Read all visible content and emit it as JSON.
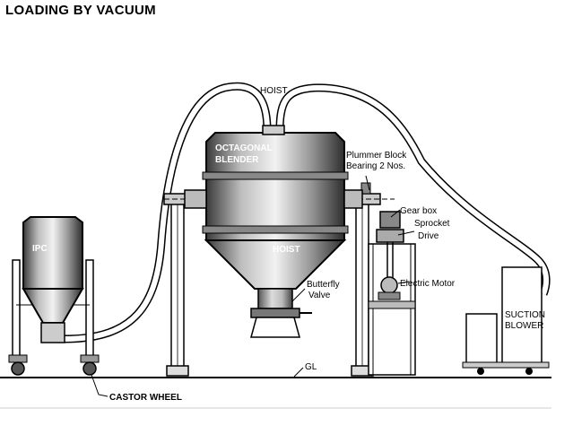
{
  "title": "LOADING  BY VACUUM",
  "labels": {
    "hoist_top": "HOIST",
    "octagonal": "OCTAGONAL",
    "blender": "BLENDER",
    "hoist_body": "HOIST",
    "plummer1": "Plummer Block",
    "plummer2": "Bearing 2 Nos.",
    "gear_box": "Gear box",
    "sprocket": "Sprocket",
    "drive": "Drive",
    "butterfly1": "Butterfly",
    "butterfly2": "Valve",
    "electric_motor": "Electric Motor",
    "ipc": "IPC",
    "suction": "SUCTION",
    "blower": "BLOWER",
    "gl": "GL",
    "castor": "CASTOR WHEEL"
  }
}
